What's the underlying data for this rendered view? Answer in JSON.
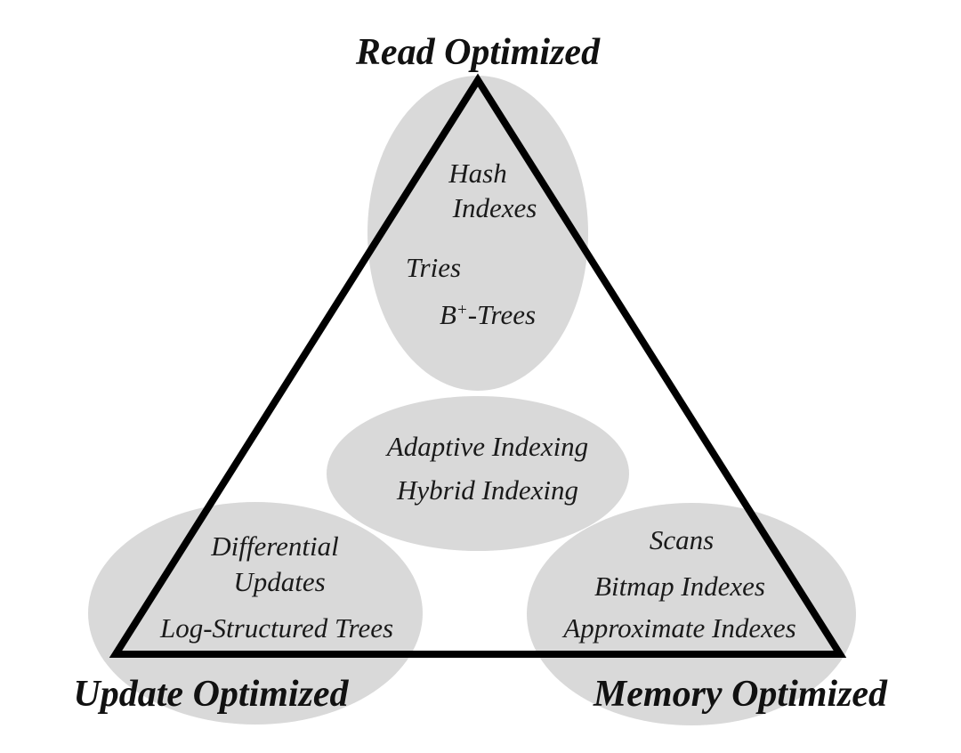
{
  "colors": {
    "region_fill": "#d9d9d9",
    "triangle_stroke": "#000000",
    "background": "#ffffff",
    "text": "#111111"
  },
  "corners": {
    "read": "Read Optimized",
    "update": "Update Optimized",
    "memory": "Memory Optimized"
  },
  "regions": {
    "read": {
      "items": [
        "Hash",
        "Indexes",
        "Tries"
      ],
      "b_trees": {
        "base": "B",
        "superscript": "+",
        "rest": "-Trees"
      }
    },
    "center": {
      "items": [
        "Adaptive Indexing",
        "Hybrid Indexing"
      ]
    },
    "update": {
      "items": [
        "Differential",
        "Updates",
        "Log-Structured Trees"
      ]
    },
    "memory": {
      "items": [
        "Scans",
        "Bitmap Indexes",
        "Approximate Indexes"
      ]
    }
  }
}
